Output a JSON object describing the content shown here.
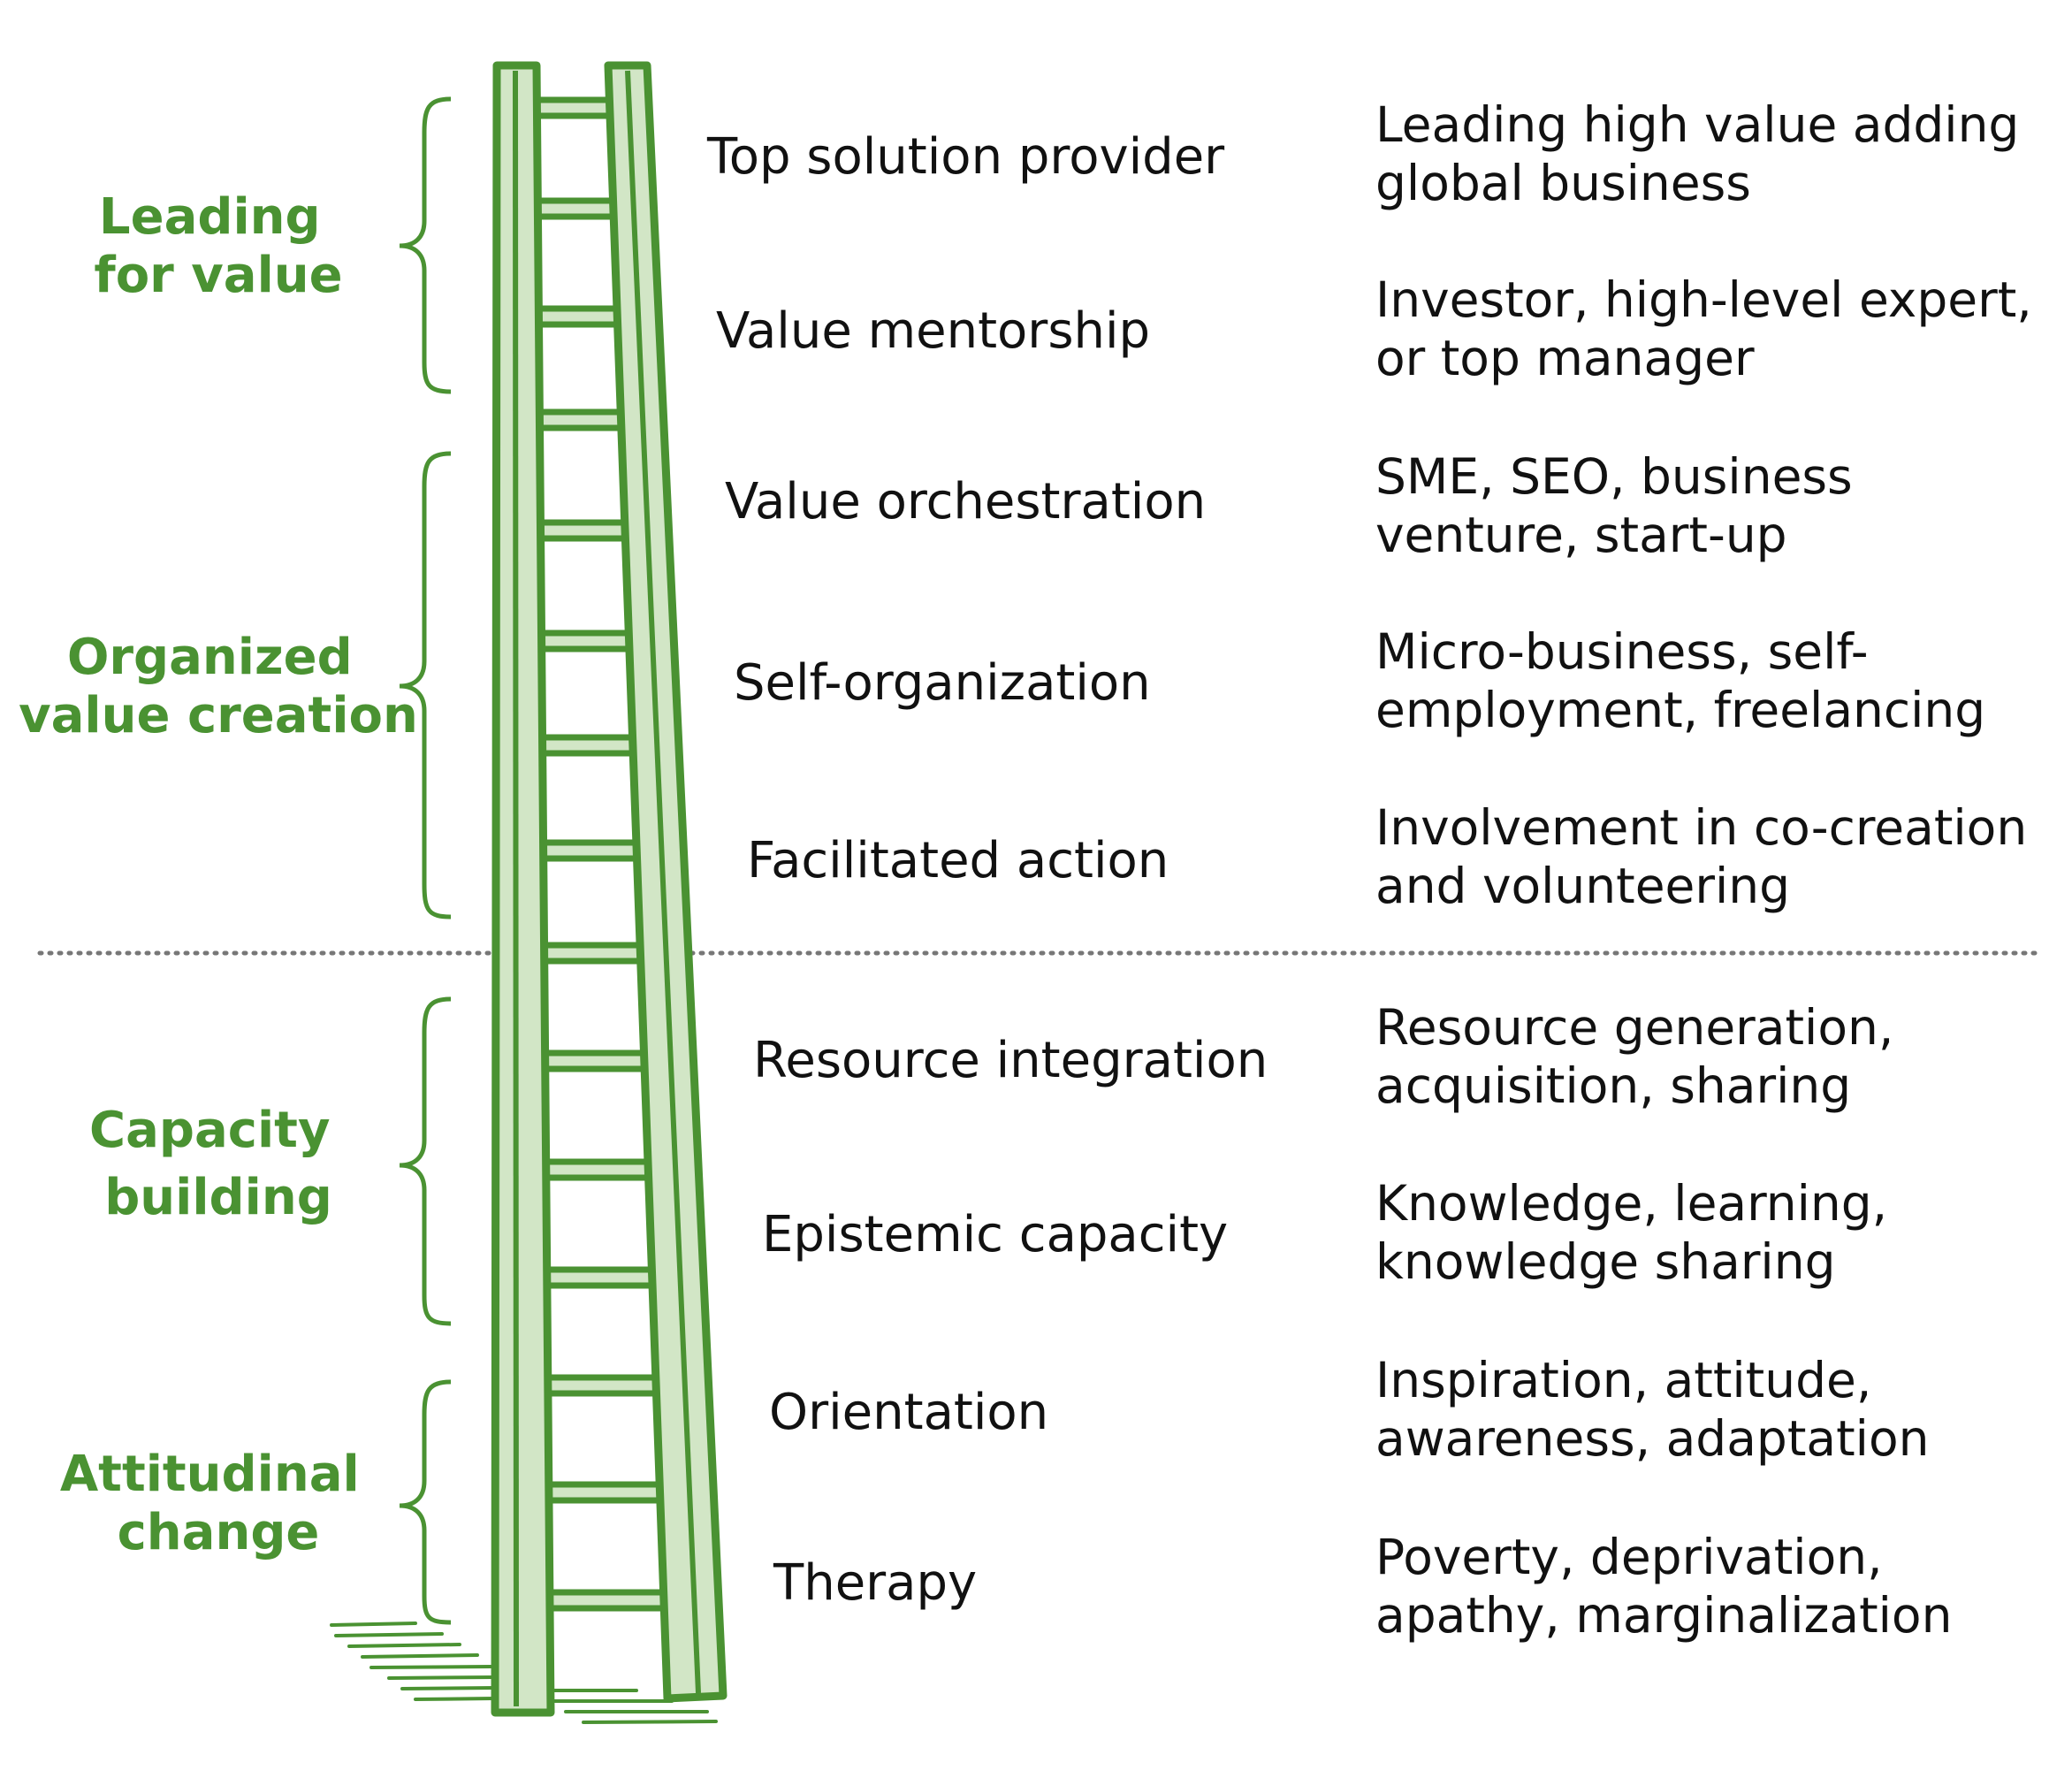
{
  "colors": {
    "accent": "#4a9232",
    "ladder_fill": "#d2e6c6",
    "ladder_stroke": "#4a9232",
    "text": "#111111",
    "divider": "#777777"
  },
  "groups": [
    {
      "lines": [
        "Leading",
        "for value"
      ]
    },
    {
      "lines": [
        "Organized",
        "value creation"
      ]
    },
    {
      "lines": [
        "Capacity",
        "building"
      ]
    },
    {
      "lines": [
        "Attitudinal",
        "change"
      ]
    }
  ],
  "steps": [
    {
      "label": "Top solution provider",
      "description": [
        "Leading high value adding",
        "global business"
      ]
    },
    {
      "label": "Value mentorship",
      "description": [
        "Investor, high-level expert,",
        "or top manager"
      ]
    },
    {
      "label": "Value orchestration",
      "description": [
        "SME, SEO, business",
        "venture, start-up"
      ]
    },
    {
      "label": "Self-organization",
      "description": [
        "Micro-business, self-",
        "employment, freelancing"
      ]
    },
    {
      "label": "Facilitated action",
      "description": [
        "Involvement in co-creation",
        "and volunteering"
      ]
    },
    {
      "label": "Resource integration",
      "description": [
        "Resource generation,",
        "acquisition, sharing"
      ]
    },
    {
      "label": "Epistemic capacity",
      "description": [
        "Knowledge, learning,",
        "knowledge sharing"
      ]
    },
    {
      "label": "Orientation",
      "description": [
        "Inspiration, attitude,",
        "awareness, adaptation"
      ]
    },
    {
      "label": "Therapy",
      "description": [
        "Poverty, deprivation,",
        "apathy, marginalization"
      ]
    }
  ]
}
